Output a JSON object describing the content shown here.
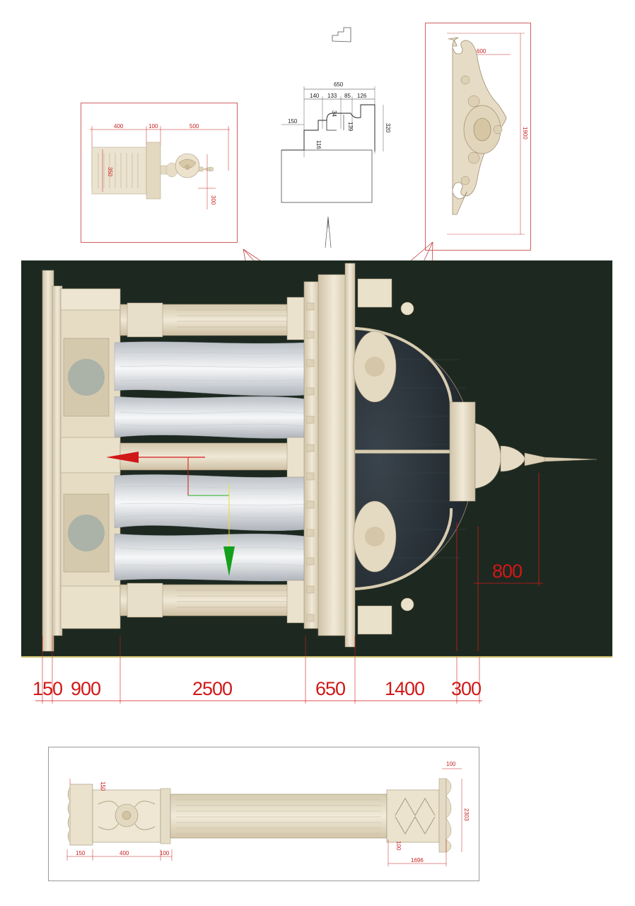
{
  "urn_detail": {
    "dims": [
      "400",
      "100",
      "500",
      "350",
      "300"
    ]
  },
  "profile_detail": {
    "dims": [
      "650",
      "140",
      "133",
      "85",
      "126",
      "34",
      "139",
      "150",
      "320",
      "116"
    ]
  },
  "ornament_detail": {
    "dims": [
      "600",
      "1900"
    ]
  },
  "main_view": {
    "height_dim": "800",
    "bottom_dims": [
      "150",
      "900",
      "2500",
      "650",
      "1400",
      "300"
    ]
  },
  "column_detail": {
    "dims": [
      "150",
      "150",
      "400",
      "100",
      "100",
      "2303",
      "100",
      "1696"
    ]
  },
  "colors": {
    "background": "#1d2920",
    "dimension": "#d01818",
    "stone": "#e9e0cc",
    "dome": "#2a3238",
    "frame": "#d06060"
  }
}
